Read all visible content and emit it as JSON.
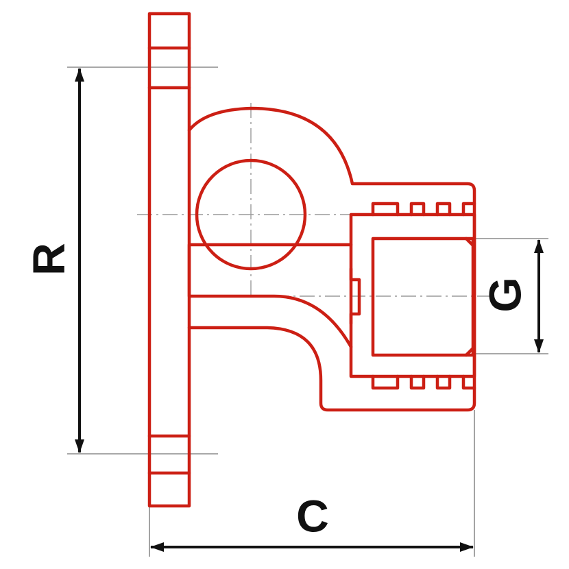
{
  "colors": {
    "outline": "#cc1f14",
    "extension_line": "#8c8c8c",
    "center_line": "#9a9a9a",
    "dimension": "#111111",
    "background": "#ffffff"
  },
  "dimensions": {
    "R": "R",
    "C": "C",
    "G": "G"
  }
}
